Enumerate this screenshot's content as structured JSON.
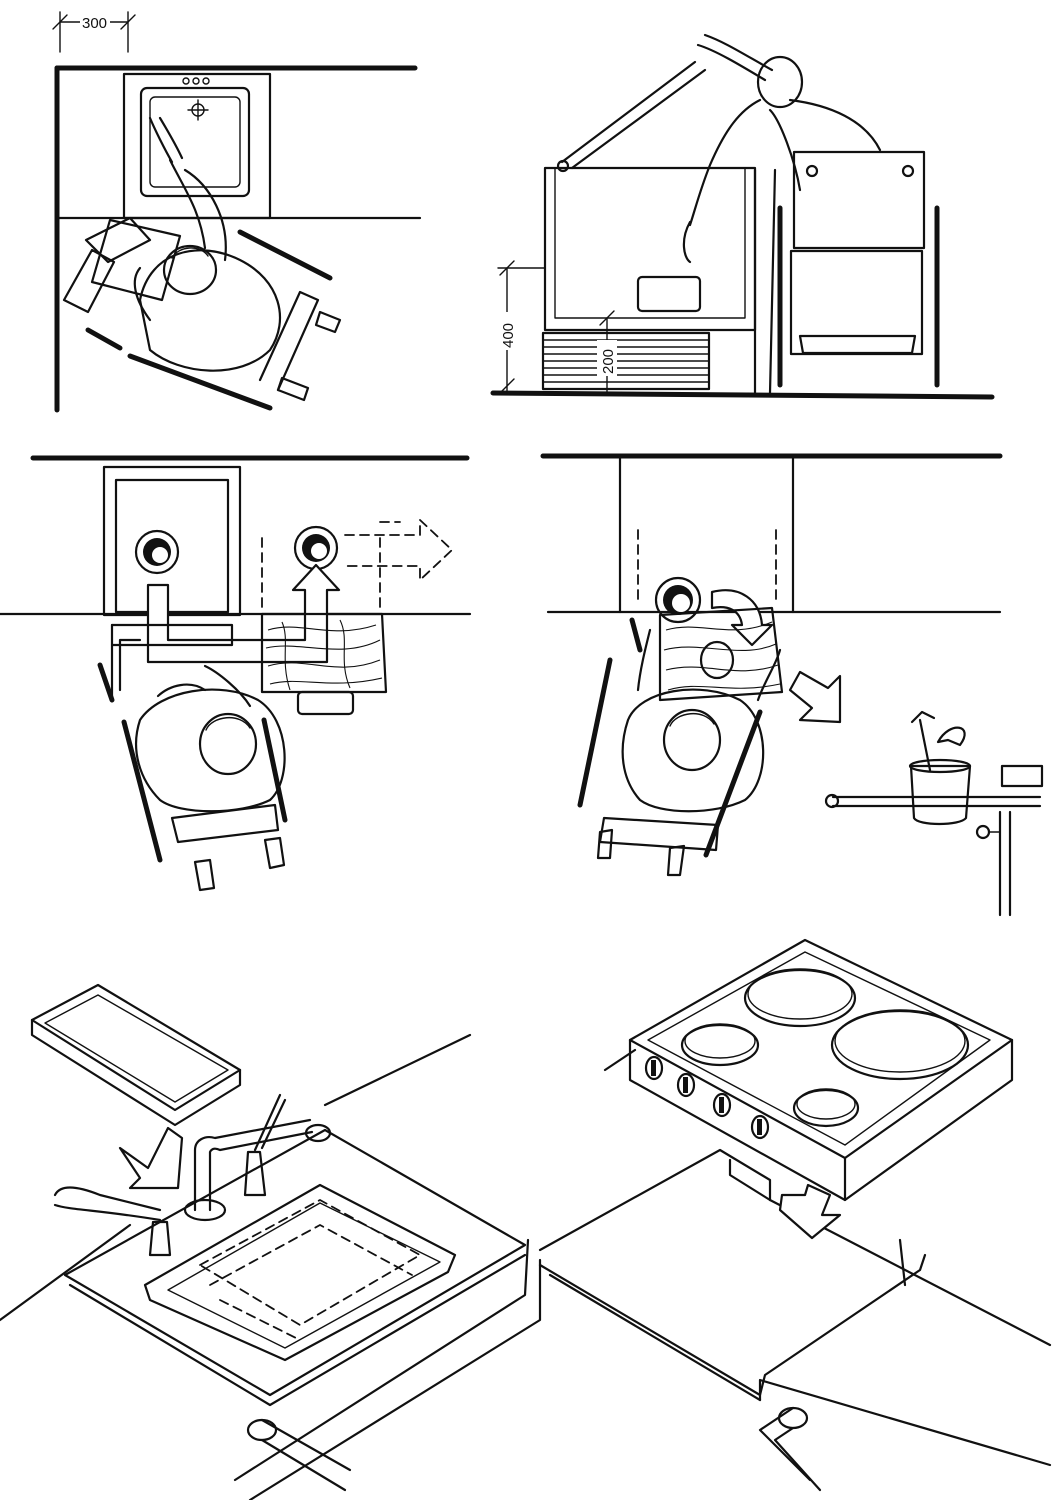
{
  "panels": {
    "sink_plan": {
      "dimension_label": "300"
    },
    "cupboard_elevation": {
      "dimension_height_total": "400",
      "dimension_height_plinth": "200"
    },
    "sink_transfer_plan": {},
    "hob_transfer_plan": {},
    "sink_isometric": {},
    "hob_isometric": {}
  }
}
